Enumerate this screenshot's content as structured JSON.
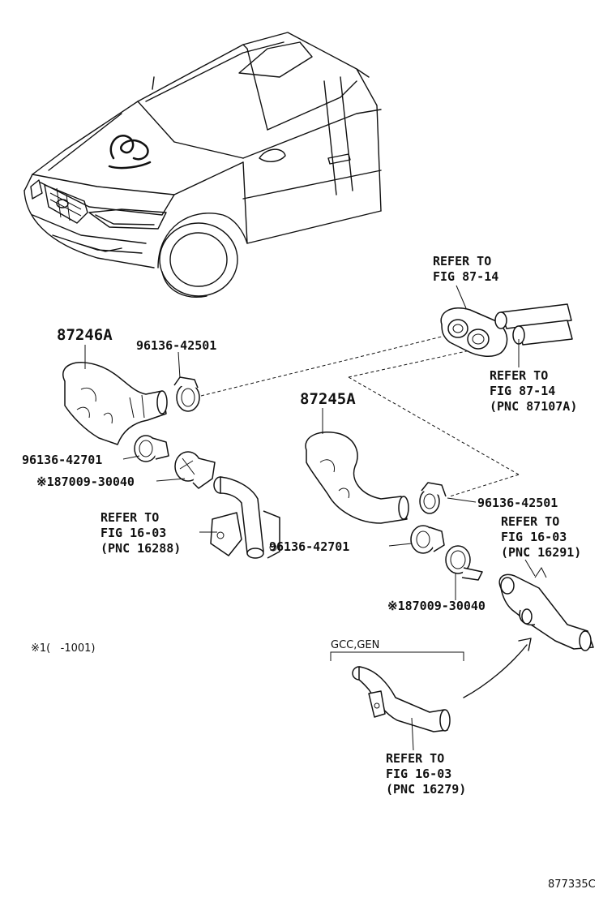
{
  "part_numbers": {
    "hose_a": "87246A",
    "hose_b": "87245A"
  },
  "labels": {
    "clamp_upper_left": "96136-42501",
    "clamp_lower_left": "96136-42701",
    "ref_clip_left": "※187009-30040",
    "refer_left_1": "REFER TO",
    "refer_left_2": "FIG 16-03",
    "refer_left_3": "(PNC 16288)",
    "refer_top_1": "REFER TO",
    "refer_top_2": "FIG 87-14",
    "refer_pipe_1": "REFER TO",
    "refer_pipe_2": "FIG 87-14",
    "refer_pipe_3": "(PNC 87107A)",
    "clamp_upper_right": "96136-42501",
    "refer_right_1": "REFER TO",
    "refer_right_2": "FIG 16-03",
    "refer_right_3": "(PNC 16291)",
    "clamp_lower_right": "96136-42701",
    "ref_clip_right": "※187009-30040",
    "footnote": "※1(   -1001)",
    "gcc_gen": "GCC,GEN",
    "refer_bottom_1": "REFER TO",
    "refer_bottom_2": "FIG 16-03",
    "refer_bottom_3": "(PNC 16279)",
    "diagram_code": "877335C"
  }
}
